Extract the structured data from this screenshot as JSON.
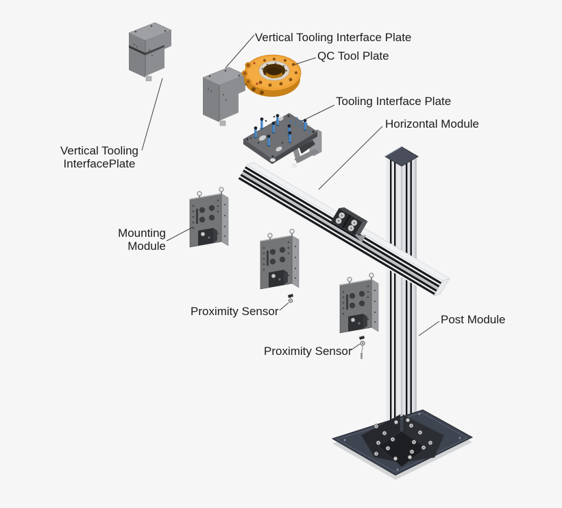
{
  "labels": {
    "vertical_tooling_interface_plate": "Vertical Tooling Interface Plate",
    "qc_tool_plate": "QC Tool Plate",
    "tooling_interface_plate": "Tooling Interface Plate",
    "horizontal_module": "Horizontal Module",
    "vertical_tooling_left_line1": "Vertical Tooling",
    "vertical_tooling_left_line2": "InterfacePlate",
    "mounting_module_line1": "Mounting",
    "mounting_module_line2": "Module",
    "proximity_sensor_upper": "Proximity Sensor",
    "proximity_sensor_lower": "Proximity Sensor",
    "post_module": "Post Module"
  },
  "colors": {
    "background": "#f6f6f6",
    "label_text": "#1b1b1b",
    "leader_line": "#3e3e3e",
    "steel_gray": "#808285",
    "aluminum": "#e7e9eb",
    "slot_black": "#1a1b1d",
    "qc_orange": "#f0a437",
    "qc_orange_dark": "#c9811a",
    "pin_blue": "#4e92d6",
    "base_plate_navy": "#3e4450",
    "gusset_dark": "#26282d"
  }
}
